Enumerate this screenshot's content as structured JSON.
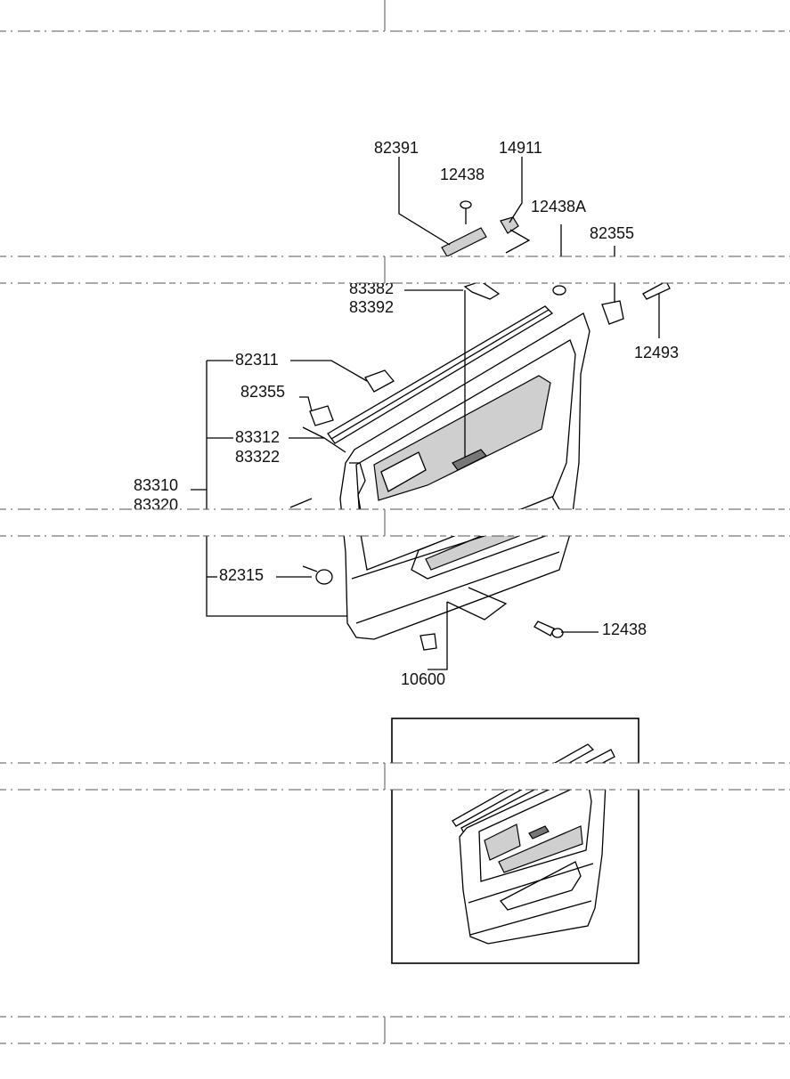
{
  "labels": {
    "p82391": "82391",
    "p14911": "14911",
    "p12438_top": "12438",
    "p12438A": "12438A",
    "p82355_top": "82355",
    "p83382": "83382",
    "p83392": "83392",
    "p12493": "12493",
    "p82311": "82311",
    "p82355_left": "82355",
    "p83312": "83312",
    "p83322": "83322",
    "p83310": "83310",
    "p83320": "83320",
    "p82315": "82315",
    "p12438_bottom": "12438",
    "p10600": "10600"
  }
}
